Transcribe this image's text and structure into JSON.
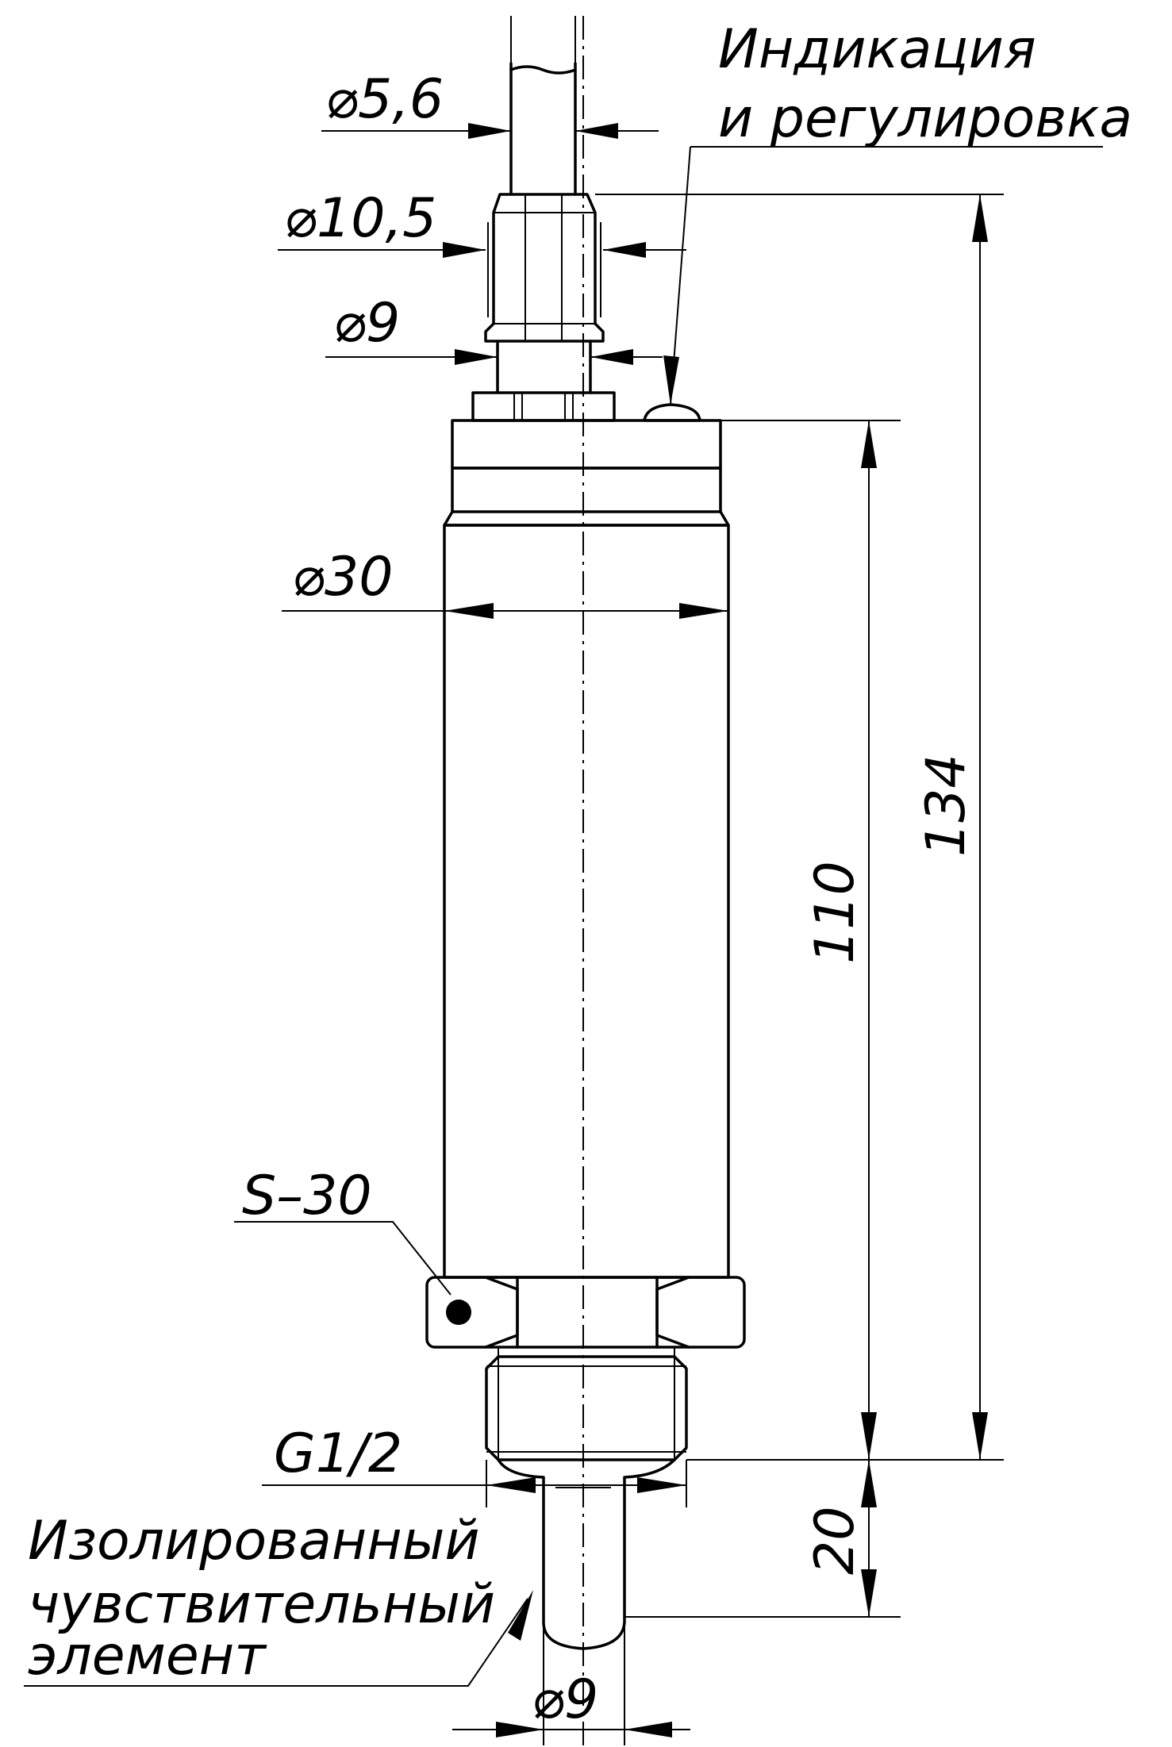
{
  "labels": {
    "dia_cable": "⌀5,6",
    "dia_gland": "⌀10,5",
    "dia_neck": "⌀9",
    "dia_body": "⌀30",
    "wrench": "S–30",
    "thread": "G1/2",
    "len_total": "134",
    "len_body": "110",
    "len_probe": "20",
    "dia_probe": "⌀9",
    "indication_line1": "Индикация",
    "indication_line2": "и   регулировка",
    "sensor_line1": "Изолированный",
    "sensor_line2": "чувствительный",
    "sensor_line3": "элемент"
  }
}
